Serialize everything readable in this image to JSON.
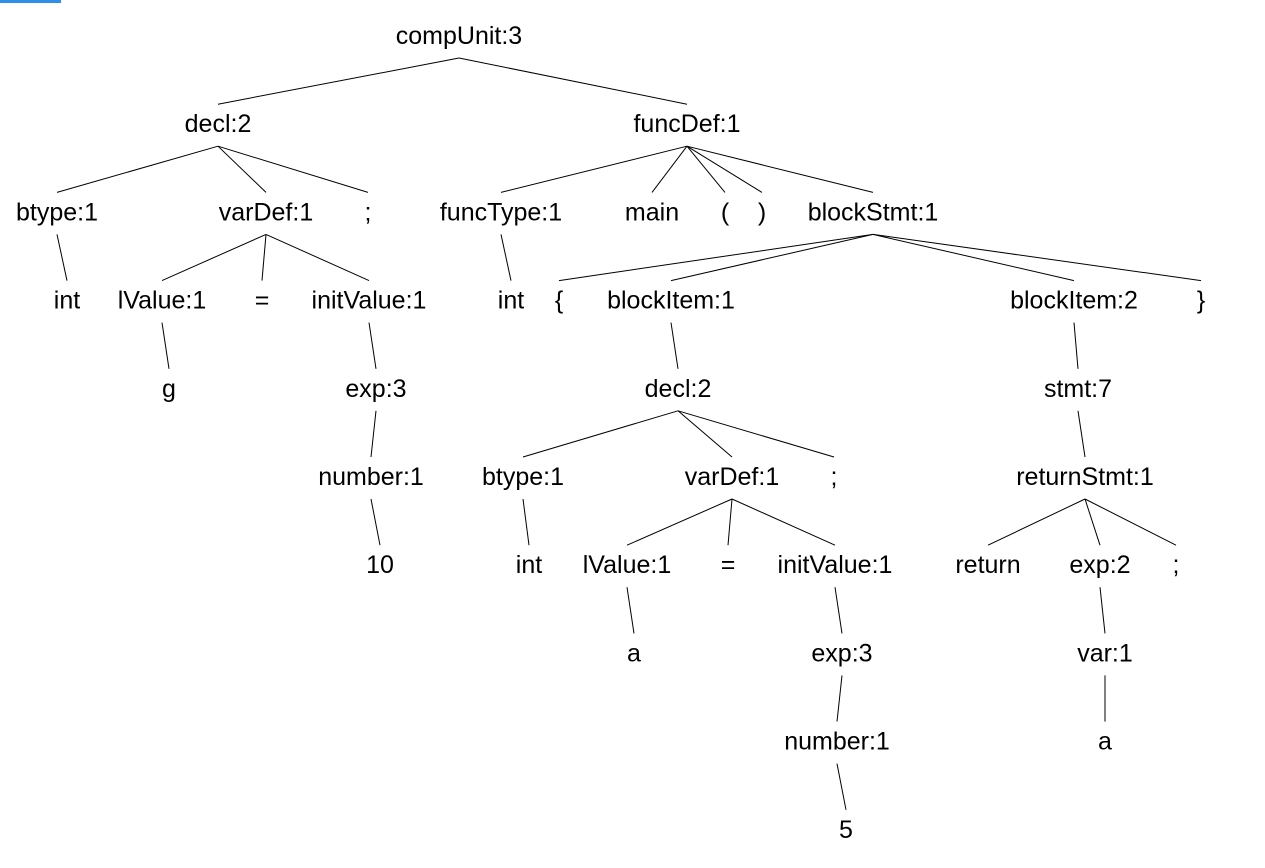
{
  "accent_color": "#2f8fe8",
  "tree": {
    "label": "compUnit:3",
    "children": [
      {
        "label": "decl:2",
        "children": [
          {
            "label": "btype:1",
            "children": [
              {
                "label": "int"
              }
            ]
          },
          {
            "label": "varDef:1",
            "children": [
              {
                "label": "lValue:1",
                "children": [
                  {
                    "label": "g"
                  }
                ]
              },
              {
                "label": "="
              },
              {
                "label": "initValue:1",
                "children": [
                  {
                    "label": "exp:3",
                    "children": [
                      {
                        "label": "number:1",
                        "children": [
                          {
                            "label": "10"
                          }
                        ]
                      }
                    ]
                  }
                ]
              }
            ]
          },
          {
            "label": ";"
          }
        ]
      },
      {
        "label": "funcDef:1",
        "children": [
          {
            "label": "funcType:1",
            "children": [
              {
                "label": "int"
              }
            ]
          },
          {
            "label": "main"
          },
          {
            "label": "("
          },
          {
            "label": ")"
          },
          {
            "label": "blockStmt:1",
            "children": [
              {
                "label": "{"
              },
              {
                "label": "blockItem:1",
                "children": [
                  {
                    "label": "decl:2",
                    "children": [
                      {
                        "label": "btype:1",
                        "children": [
                          {
                            "label": "int"
                          }
                        ]
                      },
                      {
                        "label": "varDef:1",
                        "children": [
                          {
                            "label": "lValue:1",
                            "children": [
                              {
                                "label": "a"
                              }
                            ]
                          },
                          {
                            "label": "="
                          },
                          {
                            "label": "initValue:1",
                            "children": [
                              {
                                "label": "exp:3",
                                "children": [
                                  {
                                    "label": "number:1",
                                    "children": [
                                      {
                                        "label": "5"
                                      }
                                    ]
                                  }
                                ]
                              }
                            ]
                          }
                        ]
                      },
                      {
                        "label": ";"
                      }
                    ]
                  }
                ]
              },
              {
                "label": "blockItem:2",
                "children": [
                  {
                    "label": "stmt:7",
                    "children": [
                      {
                        "label": "returnStmt:1",
                        "children": [
                          {
                            "label": "return"
                          },
                          {
                            "label": "exp:2",
                            "children": [
                              {
                                "label": "var:1",
                                "children": [
                                  {
                                    "label": "a"
                                  }
                                ]
                              }
                            ]
                          },
                          {
                            "label": ";"
                          }
                        ]
                      }
                    ]
                  }
                ]
              },
              {
                "label": "}"
              }
            ]
          }
        ]
      }
    ]
  }
}
